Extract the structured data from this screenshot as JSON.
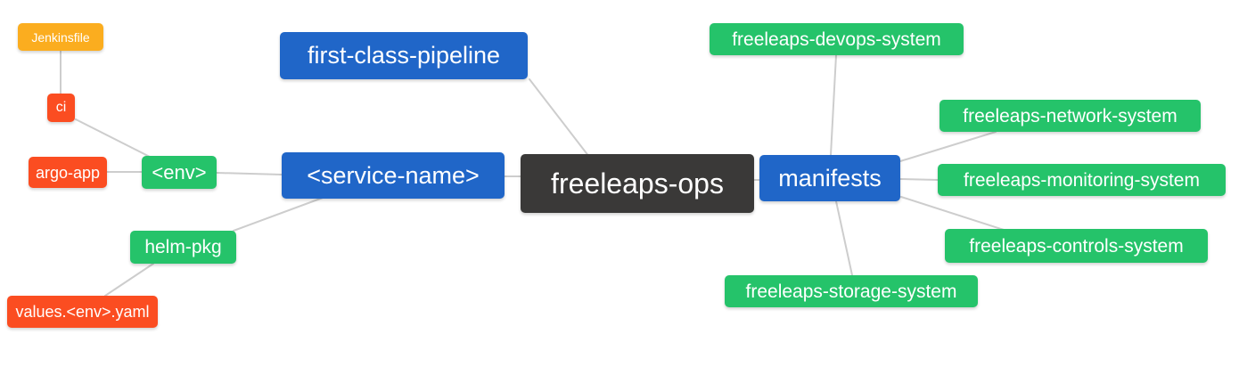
{
  "diagram": {
    "type": "mindmap",
    "root": "freeleaps-ops"
  },
  "colors": {
    "root_bg": "#3a3938",
    "primary_bg": "#2066c8",
    "success_bg": "#25c36a",
    "danger_bg": "#fb4d21",
    "warning_bg": "#fbad1f",
    "edge": "#cdcdcd",
    "text": "#ffffff",
    "background": "#ffffff"
  },
  "nodes": {
    "freeleaps_ops": {
      "label": "freeleaps-ops",
      "color": "#3a3938"
    },
    "first_class_pipeline": {
      "label": "first-class-pipeline",
      "color": "#2066c8"
    },
    "service_name": {
      "label": "<service-name>",
      "color": "#2066c8"
    },
    "manifests": {
      "label": "manifests",
      "color": "#2066c8"
    },
    "env": {
      "label": "<env>",
      "color": "#25c36a"
    },
    "helm_pkg": {
      "label": "helm-pkg",
      "color": "#25c36a"
    },
    "ci": {
      "label": "ci",
      "color": "#fb4d21"
    },
    "argo_app": {
      "label": "argo-app",
      "color": "#fb4d21"
    },
    "values_env_yaml": {
      "label": "values.<env>.yaml",
      "color": "#fb4d21"
    },
    "jenkinsfile": {
      "label": "Jenkinsfile",
      "color": "#fbad1f"
    },
    "devops_system": {
      "label": "freeleaps-devops-system",
      "color": "#25c36a"
    },
    "network_system": {
      "label": "freeleaps-network-system",
      "color": "#25c36a"
    },
    "monitoring_system": {
      "label": "freeleaps-monitoring-system",
      "color": "#25c36a"
    },
    "controls_system": {
      "label": "freeleaps-controls-system",
      "color": "#25c36a"
    },
    "storage_system": {
      "label": "freeleaps-storage-system",
      "color": "#25c36a"
    }
  },
  "connections": [
    [
      "freeleaps_ops",
      "first_class_pipeline"
    ],
    [
      "freeleaps_ops",
      "service_name"
    ],
    [
      "freeleaps_ops",
      "manifests"
    ],
    [
      "service_name",
      "env"
    ],
    [
      "service_name",
      "helm_pkg"
    ],
    [
      "env",
      "ci"
    ],
    [
      "env",
      "argo_app"
    ],
    [
      "ci",
      "jenkinsfile"
    ],
    [
      "helm_pkg",
      "values_env_yaml"
    ],
    [
      "manifests",
      "devops_system"
    ],
    [
      "manifests",
      "network_system"
    ],
    [
      "manifests",
      "monitoring_system"
    ],
    [
      "manifests",
      "controls_system"
    ],
    [
      "manifests",
      "storage_system"
    ]
  ]
}
